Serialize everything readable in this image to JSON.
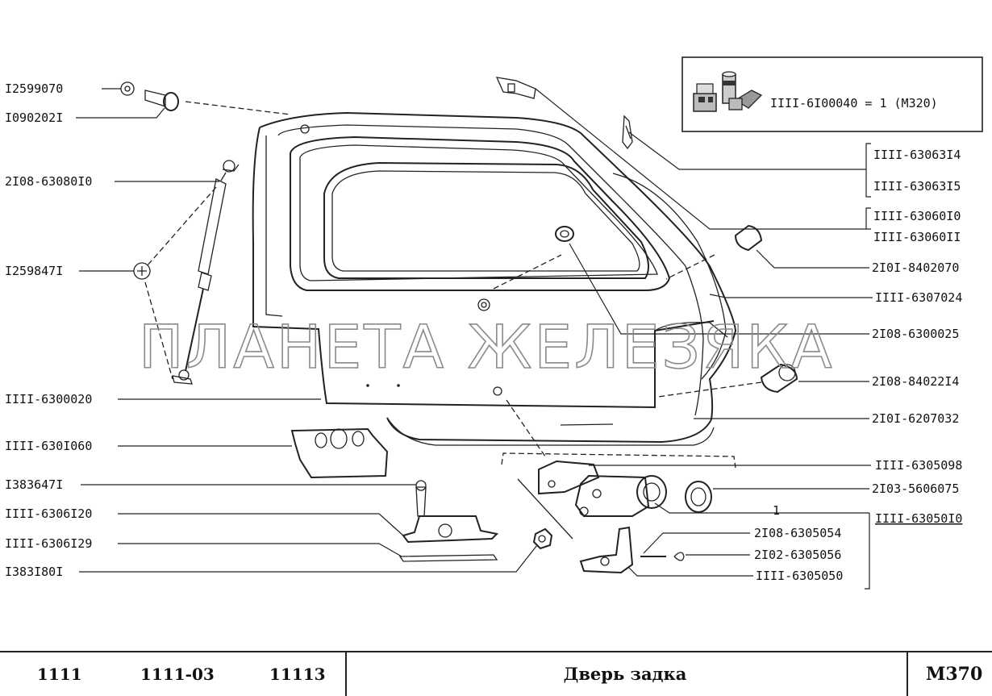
{
  "watermark": "ПЛАНЕТА ЖЕЛЕЗЯКА",
  "note": {
    "text": "IIII-6I00040 = 1 (M320)",
    "icon": "hardware-kit-icon"
  },
  "callouts": {
    "left": [
      "I2599070",
      "I090202I",
      "2I08-63080I0",
      "I259847I",
      "IIII-6300020",
      "IIII-630I060",
      "I383647I",
      "IIII-6306I20",
      "IIII-6306I29",
      "I383I80I"
    ],
    "right": [
      "IIII-63063I4",
      "IIII-63063I5",
      "IIII-63060I0",
      "IIII-63060II",
      "2I0I-8402070",
      "IIII-6307024",
      "2I08-6300025",
      "2I08-84022I4",
      "2I0I-6207032",
      "IIII-6305098",
      "2I03-5606075",
      "1",
      "IIII-63050I0",
      "2I08-6305054",
      "2I02-6305056",
      "IIII-6305050"
    ]
  },
  "footer": {
    "models": [
      "1111",
      "1111-03",
      "11113"
    ],
    "title": "Дверь задка",
    "code": "M370"
  }
}
